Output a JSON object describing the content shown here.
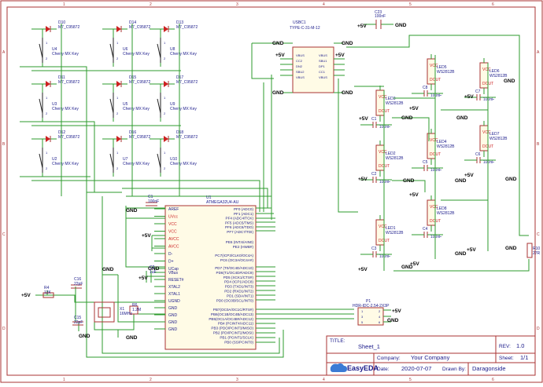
{
  "title_block": {
    "title_label": "TITLE:",
    "title": "Sheet_1",
    "rev_label": "REV:",
    "rev": "1.0",
    "company_label": "Company:",
    "company": "Your Company",
    "sheet_label": "Sheet:",
    "sheet": "1/1",
    "date_label": "Date:",
    "date": "2020-07-07",
    "drawn_label": "Drawn By:",
    "drawn_by": "Daragonside",
    "logo": "EasyEDA"
  },
  "columns": [
    "1",
    "2",
    "3",
    "4",
    "5",
    "6"
  ],
  "rows": [
    "A",
    "B",
    "C",
    "D"
  ],
  "keys": [
    {
      "diode": "D10",
      "diode_part": "M7_C95872",
      "switch": "U4",
      "switch_part": "Cherry MX Key"
    },
    {
      "diode": "D14",
      "diode_part": "M7_C95872",
      "switch": "U6",
      "switch_part": "Cherry MX Key"
    },
    {
      "diode": "D13",
      "diode_part": "M7_C95872",
      "switch": "U8",
      "switch_part": "Cherry MX Key"
    },
    {
      "diode": "D11",
      "diode_part": "M7_C95872",
      "switch": "U3",
      "switch_part": "Cherry MX Key"
    },
    {
      "diode": "D15",
      "diode_part": "M7_C95872",
      "switch": "U5",
      "switch_part": "Cherry MX Key"
    },
    {
      "diode": "D17",
      "diode_part": "M7_C95872",
      "switch": "U9",
      "switch_part": "Cherry MX Key"
    },
    {
      "diode": "D12",
      "diode_part": "M7_C95872",
      "switch": "U2",
      "switch_part": "Cherry MX Key"
    },
    {
      "diode": "D16",
      "diode_part": "M7_C95872",
      "switch": "U7",
      "switch_part": "Cherry MX Key"
    },
    {
      "diode": "D18",
      "diode_part": "M7_C95872",
      "switch": "U10",
      "switch_part": "Cherry MX Key"
    }
  ],
  "usb": {
    "ref": "USBC1",
    "part": "TYPE-C-31-M-12",
    "left_pins": [
      "VBUS",
      "CC2",
      "DN2",
      "SBU2",
      "VBUS"
    ],
    "right_pins": [
      "VBUS",
      "SBU1",
      "DP1",
      "CC1",
      "VBUS"
    ]
  },
  "c23": {
    "ref": "C23",
    "value": "100nF"
  },
  "mcu": {
    "ref": "U1",
    "part": "ATMEGA32U4-AU",
    "left_pins": [
      "AREF",
      "UVcc",
      "VCC",
      "VCC",
      "AVCC",
      "AVCC",
      "D-",
      "D+",
      "UCap",
      "VBus",
      "RESET#",
      "XTAL2",
      "XTAL1",
      "UGND",
      "GND",
      "GND",
      "GND",
      "GND"
    ],
    "left_power": [
      false,
      true,
      true,
      true,
      true,
      true,
      false,
      false,
      false,
      false,
      false,
      false,
      false,
      false,
      false,
      false,
      false,
      false
    ],
    "right_pins": [
      "PF0 (ADC0)",
      "PF1 (ADC1)",
      "PF4 (ADC4/TCK)",
      "PF5 (ADC5/TMS)",
      "PF6 (ADC6/TDO)",
      "PF7 (ADC7/TDI)",
      "PE6 (INT.6/AIN0)",
      "PE2 (HWB#)",
      "PC7(ICP3/CLK0/OC4A)",
      "PC6 (OC3A/OC4A#)",
      "PD7 (T0/OC4D/ADC10)",
      "PD6(T1/OC4D#/ADC9)",
      "PD5 (XCK1/CTS#)",
      "PD4 (ICP1/ADC8)",
      "PD3 (TXD1/INT3)",
      "PD2 (RXD1/INT2)",
      "PD1 (SDA/INT1)",
      "PD0 (OC0B/SCL/INT0)",
      "PB7(OC0A/OC1C/RTS#)",
      "PB6(OC1B/OC4B/ADC13)",
      "PB5(OC1A/OC4B#/ADC12)",
      "PB4 (PCINT4/ADC11)",
      "PB3 (PDO/PCINT3/MISO)",
      "PB2 (PDI/PCINT2/MOSI)",
      "PB1 (PCINT1/SCLK)",
      "PB0 (SS/PCINT0)"
    ]
  },
  "header": {
    "ref": "P1",
    "part": "HDR-IDC-2.54-2X3P"
  },
  "r10": {
    "ref": "R10",
    "value": "27R"
  },
  "leds": [
    {
      "ref": "LED3",
      "part": "WS2812B"
    },
    {
      "ref": "LED5",
      "part": "WS2812B"
    },
    {
      "ref": "LED6",
      "part": "WS2812B"
    },
    {
      "ref": "LED2",
      "part": "WS2812B"
    },
    {
      "ref": "LED4",
      "part": "WS2812B"
    },
    {
      "ref": "LED7",
      "part": "WS2812B"
    },
    {
      "ref": "LED1",
      "part": "WS2812B"
    },
    {
      "ref": "LED8",
      "part": "WS2812B"
    }
  ],
  "led_caps": [
    "C1",
    "C8",
    "C7",
    "C2",
    "C5",
    "C6",
    "C3",
    "C4"
  ],
  "led_cap_value": "100nF",
  "parts": [
    {
      "ref": "C1",
      "value": "100nF"
    },
    {
      "ref": "C2",
      "value": "1uF"
    },
    {
      "ref": "C16",
      "value": "22pF"
    },
    {
      "ref": "C15",
      "value": "22pF"
    },
    {
      "ref": "R4",
      "value": "12K"
    },
    {
      "ref": "R6",
      "value": "1.2M"
    },
    {
      "ref": "X1",
      "value": "16MHz"
    }
  ],
  "power": {
    "vcc": "+5V",
    "gnd": "GND"
  },
  "header_pins": [
    "1",
    "2",
    "3",
    "4",
    "5",
    "6"
  ]
}
